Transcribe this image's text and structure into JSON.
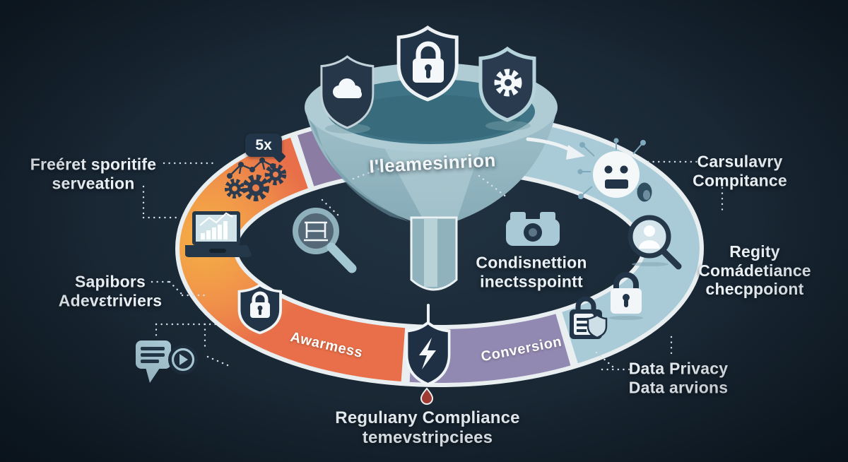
{
  "badge": {
    "label": "5x"
  },
  "funnel": {
    "label": "I'leamesinrion",
    "stage_awareness": "Awarmess",
    "stage_conversion": "Conversion"
  },
  "labels": {
    "top_left": "Freéret sporitife\nserveation",
    "mid_left": "Sapibors\nAdevεtriviers",
    "top_right": "Carsulavry\nCompitance",
    "mid_right": "Regity\nComádetiance\nchecppoiont",
    "bottom_right": "Data Privacy\nData arvions",
    "bottom_center": "Regulıany Compliance\ntemevstripciees",
    "inner_right": "Condisnettion\ninectsspointt"
  },
  "icons": {
    "shield_cloud": "shield with cloud",
    "shield_lock": "shield with padlock",
    "shield_gear": "shield with gear",
    "gears": "three gears",
    "molecule": "node network",
    "laptop_chart": "laptop with bar chart",
    "magnifier_frame": "magnifying glass over frame",
    "awareness_lock_shield": "shield with padlock",
    "chat_bubble": "speech bubble",
    "play_badge": "circular play badge",
    "lightning_shield": "shield with lightning bolt",
    "drop": "red drop",
    "camera": "camera",
    "robot": "robot face with network",
    "egg": "egg",
    "person_magnifier": "magnifying glass over person",
    "padlock": "white padlock",
    "document_lock_shield": "locked document with shield",
    "arrow": "curved right arrow"
  },
  "colors": {
    "background": "#1A2835",
    "ring_orange": "#E8714A",
    "ring_yellow": "#F4AB43",
    "ring_purple_bottom": "#9289B2",
    "ring_purple_top": "#8A7CA3",
    "ring_blue": "#A9CAD7",
    "ring_outline": "#E9EFF1",
    "funnel_body": "#9CBEC8",
    "funnel_opening": "#3E7486",
    "shield_navy": "#223448",
    "text": "#EAF0F4",
    "drop_red": "#9E3A32"
  }
}
